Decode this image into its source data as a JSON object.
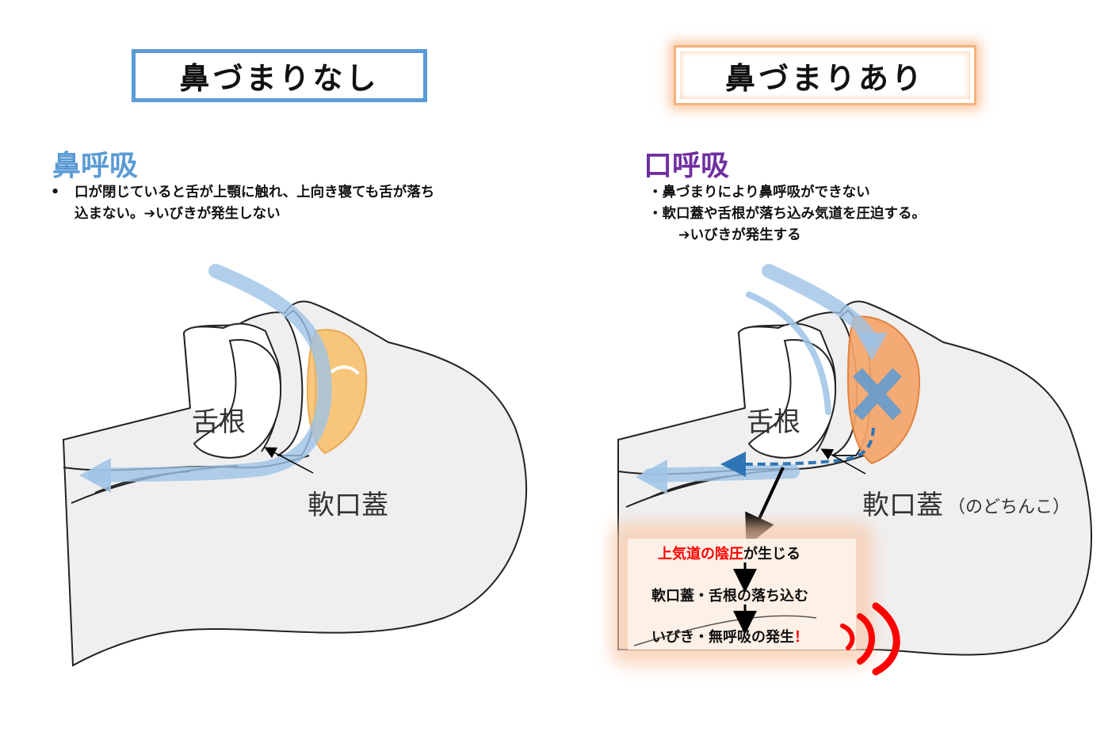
{
  "left_panel": {
    "title": "鼻づまりなし",
    "heading": "鼻呼吸",
    "bullet_marker": "•",
    "desc_line1": "口が閉じていると舌が上顎に触れ、上向き寝ても舌が落ち",
    "desc_line2": "込まない。➔いびきが発生しない",
    "label_tongue_root": "舌根",
    "label_soft_palate": "軟口蓋"
  },
  "right_panel": {
    "title": "鼻づまりあり",
    "heading": "口呼吸",
    "desc_line1": "・鼻づまりにより鼻呼吸ができない",
    "desc_line2": "・軟口蓋や舌根が落ち込み気道を圧迫する。",
    "desc_line3": "➔いびきが発生する",
    "label_tongue_root": "舌根",
    "label_soft_palate": "軟口蓋",
    "label_soft_palate_note": "（のどちんこ）",
    "flow": {
      "step1_red": "上気道の陰圧",
      "step1_rest": "が生じる",
      "step2": "軟口蓋・舌根の落ち込む",
      "step3_main": "いびき・無呼吸の発生",
      "step3_mark": "！"
    }
  },
  "colors": {
    "left_accent": "#5b9bd5",
    "right_glow": "#f5b27a",
    "right_heading": "#7030a0",
    "airflow": "#9dc3e6",
    "tissue_orange": "#f4a460",
    "snore_red": "#ff0000",
    "dashed_flow": "#2e75b6"
  }
}
